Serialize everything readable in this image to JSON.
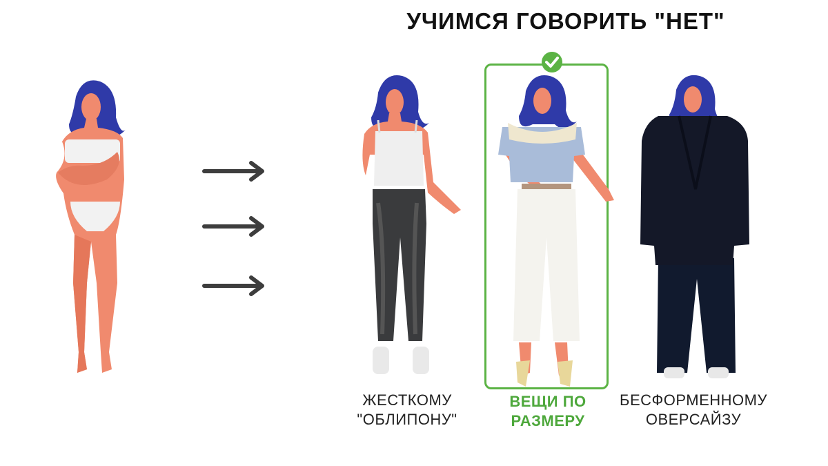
{
  "title": "УЧИМСЯ ГОВОРИТЬ \"НЕТ\"",
  "captions": [
    {
      "line1": "ЖЕСТКОМУ",
      "line2": "\"ОБЛИПОНУ\""
    },
    {
      "line1": "ВЕЩИ ПО",
      "line2": "РАЗМЕРУ"
    },
    {
      "line1": "БЕСФОРМЕННОМУ",
      "line2": "ОВЕРСАЙЗУ"
    }
  ],
  "colors": {
    "accent_green": "#5bb344",
    "caption_green": "#4ea83c",
    "skin": "#f08a6e",
    "hair": "#2f3aa8",
    "arrow": "#3d3d3d"
  },
  "icons": [
    "arrow-right-icon",
    "checkmark-icon"
  ]
}
